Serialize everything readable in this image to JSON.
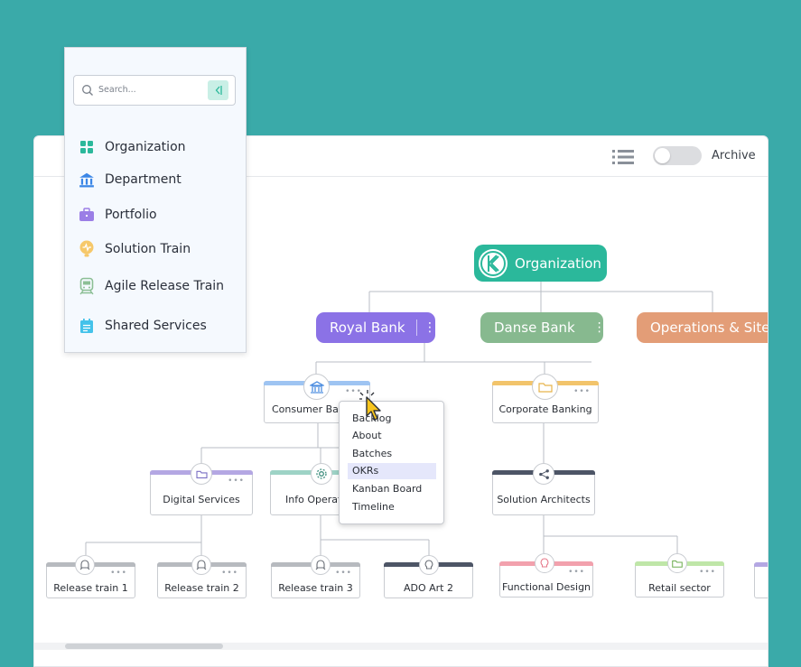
{
  "sidebar": {
    "search": {
      "placeholder": "Search..."
    },
    "items": [
      {
        "label": "Organization",
        "icon": "organization-grid-icon"
      },
      {
        "label": "Department",
        "icon": "department-bank-icon"
      },
      {
        "label": "Portfolio",
        "icon": "portfolio-briefcase-icon"
      },
      {
        "label": "Solution Train",
        "icon": "solution-train-bulb-icon"
      },
      {
        "label": "Agile Release Train",
        "icon": "agile-release-train-icon"
      },
      {
        "label": "Shared Services",
        "icon": "shared-services-calendar-icon"
      }
    ]
  },
  "toolbar": {
    "archive_label": "Archive",
    "archive_enabled": false
  },
  "tree": {
    "root": {
      "label": "Organization",
      "color": "#2bb89b"
    },
    "level1": [
      {
        "label": "Royal Bank",
        "color": "#8b72e6"
      },
      {
        "label": "Danse Bank",
        "color": "#87b98f"
      },
      {
        "label": "Operations & Site",
        "color": "#e39d77"
      }
    ],
    "consumer_banking": {
      "label": "Consumer Banking",
      "color": "#9ec4f2"
    },
    "corporate_banking": {
      "label": "Corporate Banking",
      "color": "#f2c46b"
    },
    "digital_services": {
      "label": "Digital Services",
      "color": "#b4a7e3"
    },
    "info_operations": {
      "label": "Info Operations",
      "color": "#9ed3c6"
    },
    "solution_architects": {
      "label": "Solution Architects",
      "color": "#4d5566"
    },
    "release_train_1": {
      "label": "Release train 1",
      "color": "#b7babf"
    },
    "release_train_2": {
      "label": "Release train 2",
      "color": "#b7babf"
    },
    "release_train_3": {
      "label": "Release train 3",
      "color": "#b7babf"
    },
    "ado_art_2": {
      "label": "ADO Art 2",
      "color": "#4d5566"
    },
    "functional_design": {
      "label": "Functional Design",
      "color": "#f2a1ad"
    },
    "retail_sector": {
      "label": "Retail sector",
      "color": "#bfe6a8"
    }
  },
  "context_menu": {
    "items": [
      "Backlog",
      "About",
      "Batches",
      "OKRs",
      "Kanban Board",
      "Timeline"
    ],
    "active": "OKRs"
  },
  "more_label": "•••"
}
